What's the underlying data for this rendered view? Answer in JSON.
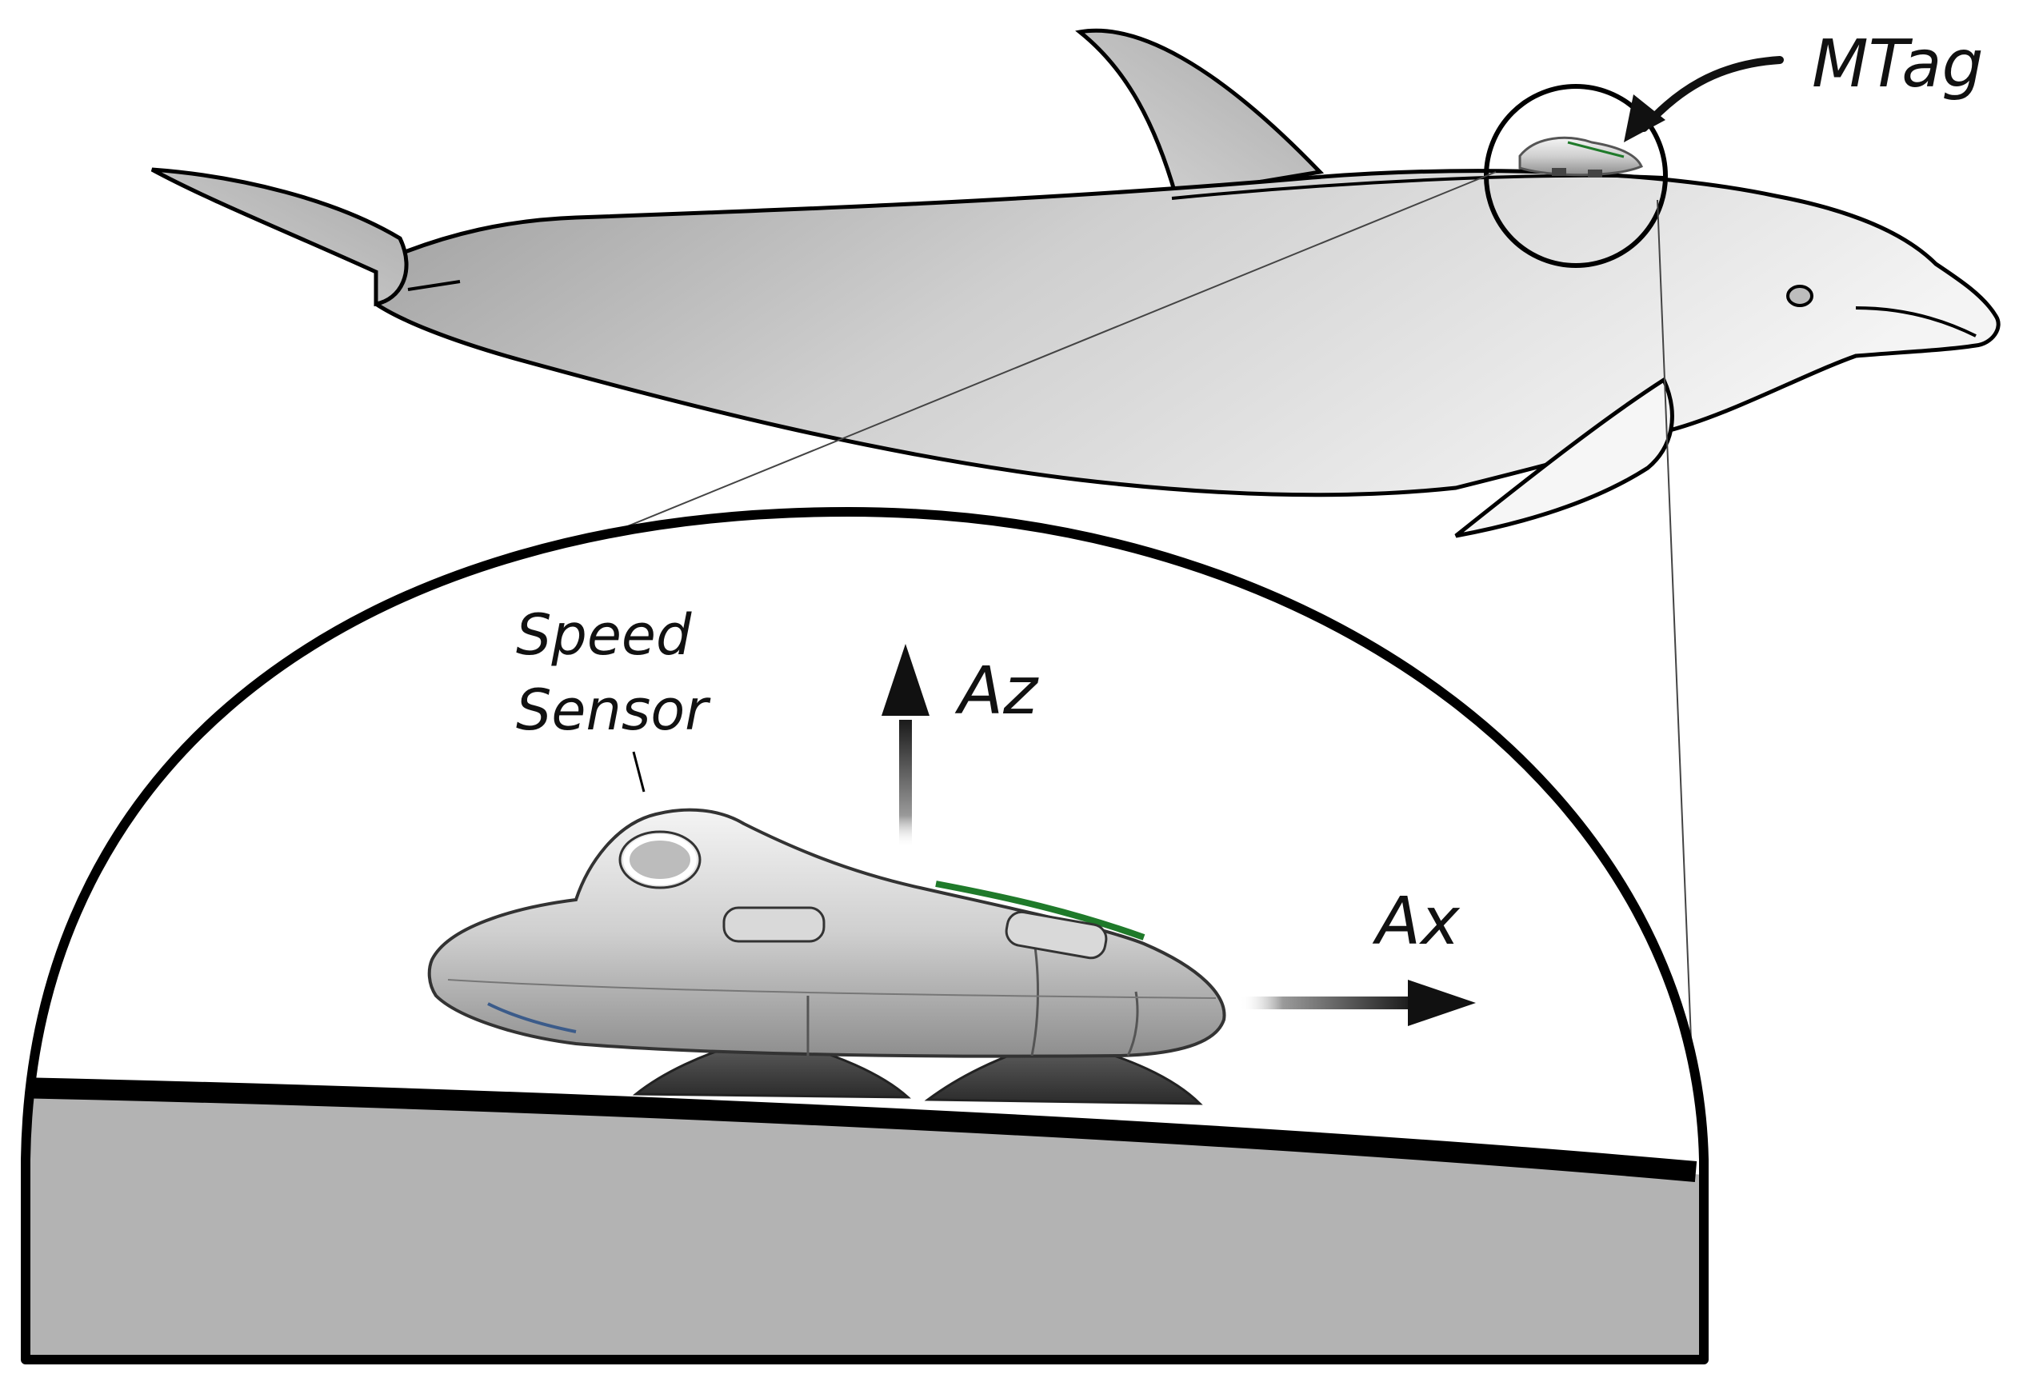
{
  "labels": {
    "mtag": "MTag",
    "speed_line1": "Speed",
    "speed_line2": "Sensor",
    "az": "Az",
    "ax": "Ax"
  },
  "colors": {
    "outline": "#000000",
    "ground": "#b3b3b3",
    "dolphin_dark": "#a9a9a9",
    "dolphin_light": "#f2f2f2",
    "tag_body": "#c8c8c8",
    "suction_cup": "#3a3a3a",
    "antenna_stripe": "#1f7a2a",
    "arrow": "#111111"
  },
  "icons": {
    "dolphin": "dolphin-icon",
    "tag": "mtag-device-icon",
    "arrow_up": "arrow-up-icon",
    "arrow_right": "arrow-right-icon"
  }
}
